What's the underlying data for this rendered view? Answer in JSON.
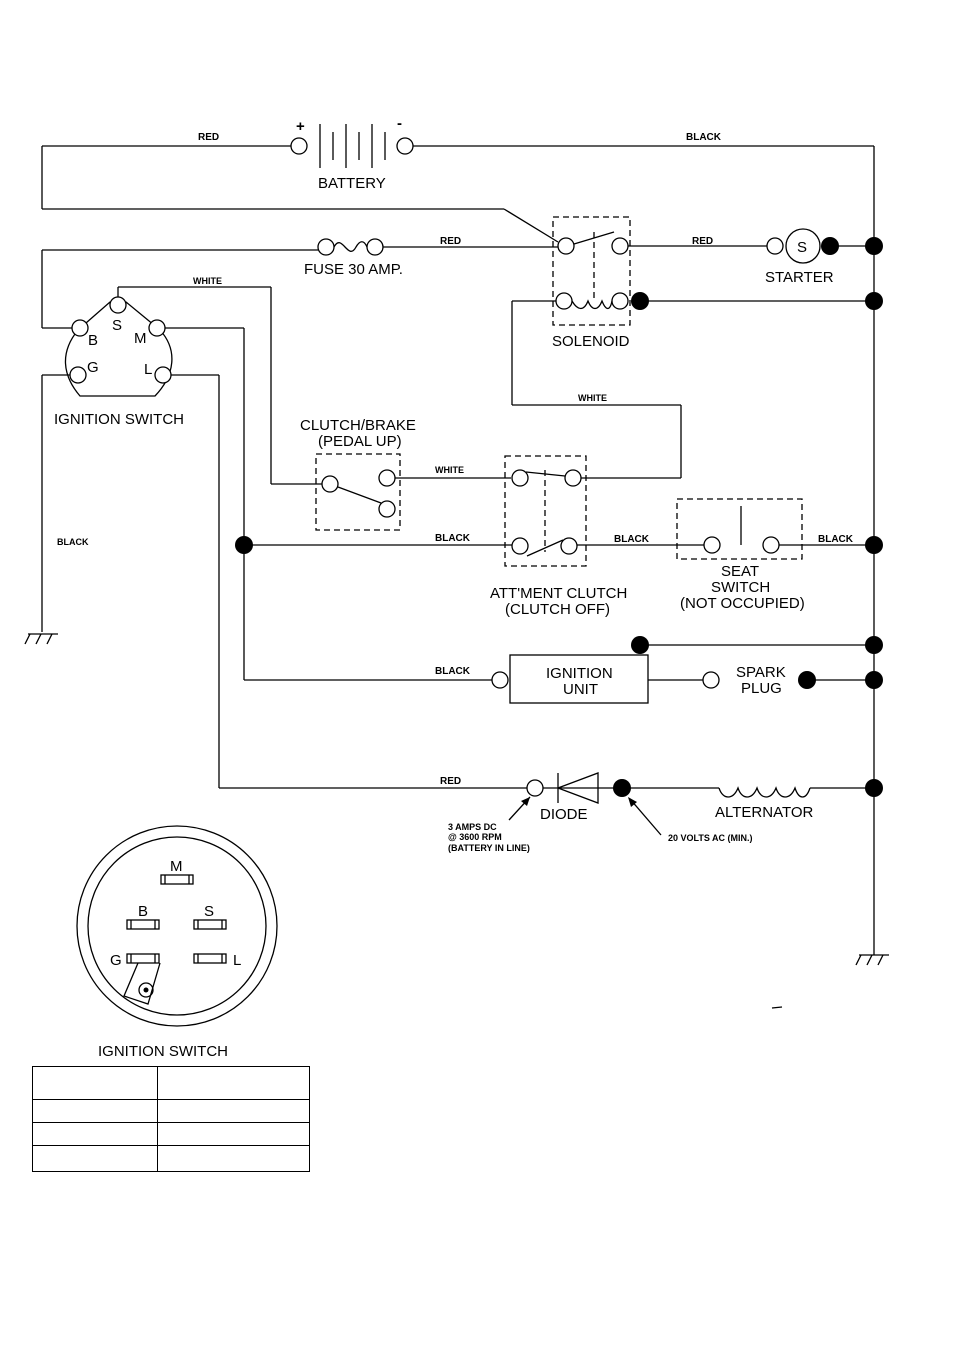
{
  "battery": {
    "label": "BATTERY",
    "plus": "+",
    "minus": "-"
  },
  "fuse": {
    "label": "FUSE 30 AMP."
  },
  "starter": {
    "label": "STARTER",
    "symbol": "S"
  },
  "solenoid": {
    "label": "SOLENOID"
  },
  "ignition_switch": {
    "label": "IGNITION SWITCH",
    "terminals": {
      "s": "S",
      "b": "B",
      "m": "M",
      "g": "G",
      "l": "L"
    }
  },
  "clutch_brake": {
    "line1": "CLUTCH/BRAKE",
    "line2": "(PEDAL UP)"
  },
  "attachment_clutch": {
    "line1": "ATT'MENT CLUTCH",
    "line2": "(CLUTCH OFF)"
  },
  "seat_switch": {
    "line1": "SEAT",
    "line2": "SWITCH",
    "line3": "(NOT OCCUPIED)"
  },
  "ignition_unit": {
    "line1": "IGNITION",
    "line2": "UNIT"
  },
  "spark_plug": {
    "line1": "SPARK",
    "line2": "PLUG"
  },
  "diode": {
    "label": "DIODE",
    "note_line1": "3 AMPS DC",
    "note_line2": "@ 3600 RPM",
    "note_line3": "(BATTERY IN LINE)"
  },
  "alternator": {
    "label": "ALTERNATOR",
    "note": "20 VOLTS AC (MIN.)"
  },
  "wire_labels": {
    "red": "RED",
    "black": "BLACK",
    "white": "WHITE"
  },
  "switch_face": {
    "label": "IGNITION SWITCH",
    "m": "M",
    "b": "B",
    "s": "S",
    "g": "G",
    "l": "L"
  },
  "table": {
    "rows": [
      [
        "",
        ""
      ],
      [
        "",
        ""
      ],
      [
        "",
        ""
      ],
      [
        "",
        ""
      ]
    ]
  }
}
